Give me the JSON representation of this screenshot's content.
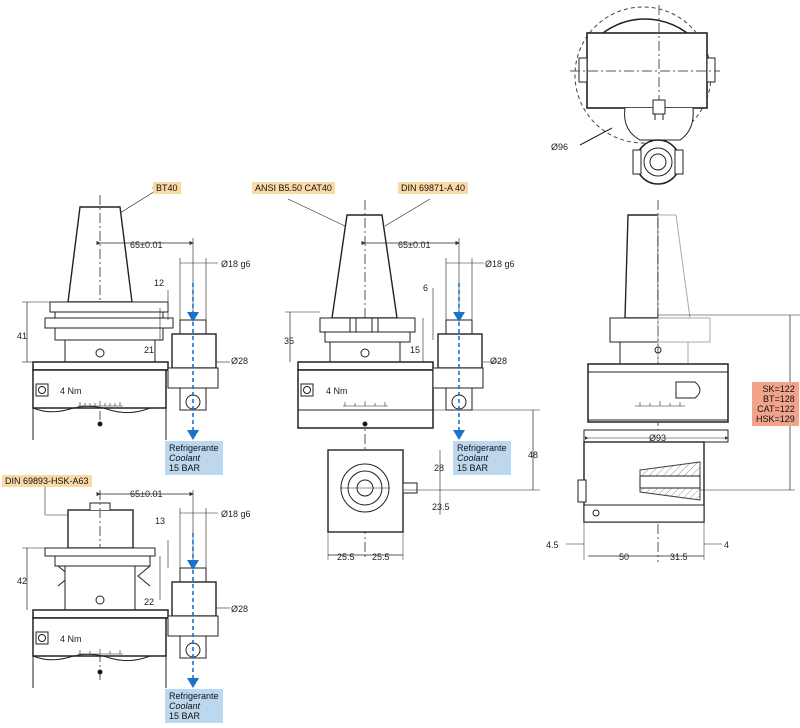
{
  "labels": {
    "bt40": "BT40",
    "ansi": "ANSI B5.50 CAT40",
    "din69871": "DIN 69871-A 40",
    "din69893": "DIN 69893-HSK-A63"
  },
  "coolant": {
    "line1": "Refrigerante",
    "line2": "Coolant",
    "line3": "15 BAR"
  },
  "lengths": {
    "sk": "SK=122",
    "bt": "BT=128",
    "cat": "CAT=122",
    "hsk": "HSK=129"
  },
  "dims": {
    "d96": "Ø96",
    "v65": "65±0.01",
    "d18": "Ø18 g6",
    "d28": "Ø28",
    "d93": "Ø93",
    "v41": "41",
    "v12": "12",
    "v21": "21",
    "v35": "35",
    "v6": "6",
    "v15": "15",
    "v28": "28",
    "v48": "48",
    "v23_5": "23.5",
    "v25_5": "25.5",
    "v42": "42",
    "v13": "13",
    "v22": "22",
    "v4_5": "4.5",
    "v50": "50",
    "v31_5": "31.5",
    "v4": "4"
  },
  "torque": "4 Nm",
  "scale_ticks": "20 10 0 10 20",
  "colors": {
    "orange_tag": "#f9d9a6",
    "blue_tag": "#bcd8ee",
    "red_tag": "#f2a48a",
    "coolant_arrow": "#1a73c8"
  }
}
